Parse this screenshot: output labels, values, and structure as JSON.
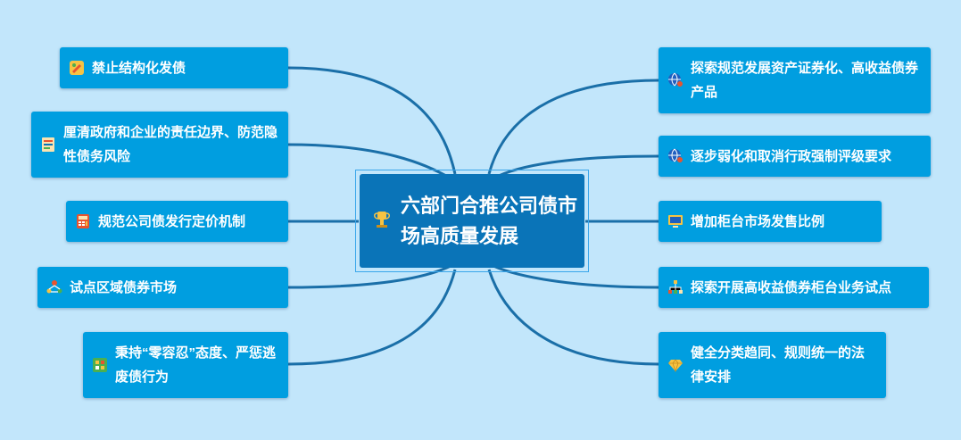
{
  "colors": {
    "background": "#c2e6fb",
    "node": "#009ee0",
    "root": "#0a74b8",
    "connector": "#1a6fa8"
  },
  "root": {
    "label": "六部门合推公司债市场高质量发展",
    "icon": "trophy-icon"
  },
  "left_branches": [
    {
      "label": "禁止结构化发债",
      "icon": "pencil-note-icon"
    },
    {
      "label": "厘清政府和企业的责任边界、防范隐性债务风险",
      "icon": "document-list-icon"
    },
    {
      "label": "规范公司债发行定价机制",
      "icon": "calculator-icon"
    },
    {
      "label": "试点区域债券市场",
      "icon": "network-people-icon"
    },
    {
      "label": "秉持“零容忍”态度、严惩逃废债行为",
      "icon": "checklist-icon"
    }
  ],
  "right_branches": [
    {
      "label": "探索规范发展资产证券化、高收益债券产品",
      "icon": "globe-person-icon"
    },
    {
      "label": "逐步弱化和取消行政强制评级要求",
      "icon": "globe-person-icon"
    },
    {
      "label": "增加柜台市场发售比例",
      "icon": "monitor-icon"
    },
    {
      "label": "探索开展高收益债券柜台业务试点",
      "icon": "org-chart-icon"
    },
    {
      "label": "健全分类趋同、规则统一的法律安排",
      "icon": "diamond-icon"
    }
  ]
}
